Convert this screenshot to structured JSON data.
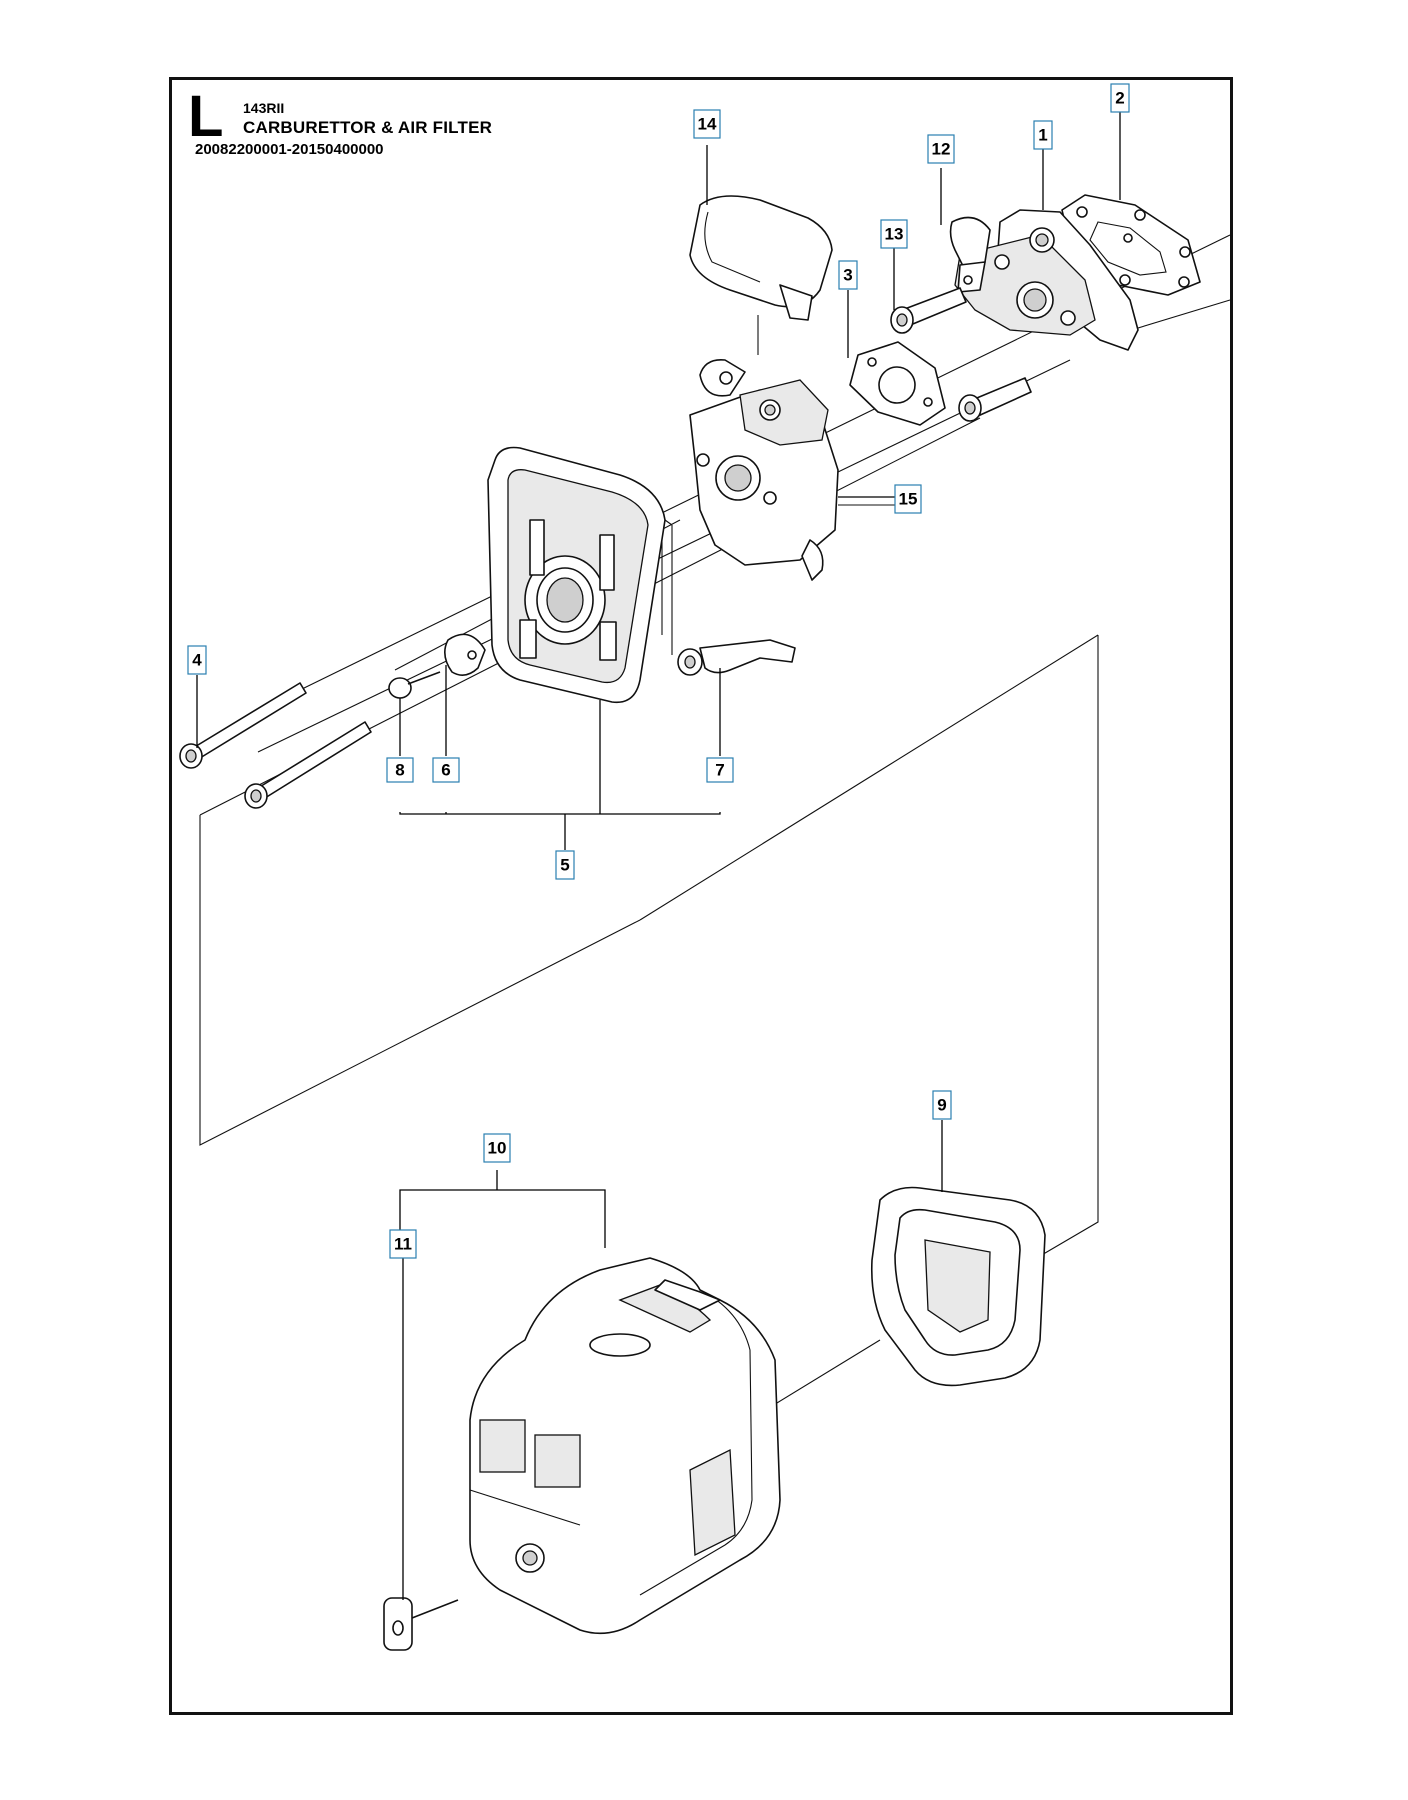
{
  "header": {
    "section_letter": "L",
    "model": "143RII",
    "title": "CARBURETTOR & AIR FILTER",
    "serial_range": "20082200001-20150400000"
  },
  "callouts": [
    {
      "id": "1",
      "label": "1",
      "part": "intake-manifold"
    },
    {
      "id": "2",
      "label": "2",
      "part": "gasket"
    },
    {
      "id": "3",
      "label": "3",
      "part": "carburettor-gasket"
    },
    {
      "id": "4",
      "label": "4",
      "part": "long-screw"
    },
    {
      "id": "5",
      "label": "5",
      "part": "air-filter-holder-assembly"
    },
    {
      "id": "6",
      "label": "6",
      "part": "choke-plate"
    },
    {
      "id": "7",
      "label": "7",
      "part": "choke-lever"
    },
    {
      "id": "8",
      "label": "8",
      "part": "screw"
    },
    {
      "id": "9",
      "label": "9",
      "part": "air-filter"
    },
    {
      "id": "10",
      "label": "10",
      "part": "air-filter-cover-assembly"
    },
    {
      "id": "11",
      "label": "11",
      "part": "cover-knob"
    },
    {
      "id": "12",
      "label": "12",
      "part": "throttle-link-bracket"
    },
    {
      "id": "13",
      "label": "13",
      "part": "bolt"
    },
    {
      "id": "14",
      "label": "14",
      "part": "carburettor-cap"
    },
    {
      "id": "15",
      "label": "15",
      "part": "carburettor"
    }
  ]
}
